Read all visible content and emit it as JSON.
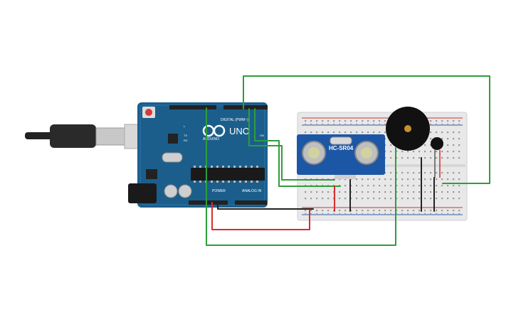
{
  "arduino": {
    "brand": "ARDUINO",
    "model": "UNO",
    "digital_label": "DIGITAL (PWM~)",
    "power_label": "POWER",
    "analog_label": "ANALOG IN",
    "pin_label_on": "ON",
    "pin_label_tx": "TX",
    "pin_label_rx": "RX",
    "pin_label_l": "L"
  },
  "sensor": {
    "model": "HC-SR04"
  },
  "colors": {
    "board": "#1b5e8c",
    "breadboard": "#e8e8e8",
    "wire_green": "#2e9e3a",
    "wire_red": "#d32f2f",
    "wire_black": "#222222",
    "buzzer": "#111111",
    "sensor_pcb": "#1c57a5"
  },
  "icons": {
    "usb": "usb-plug-icon",
    "buzzer": "piezo-buzzer-icon",
    "led": "led-icon"
  }
}
